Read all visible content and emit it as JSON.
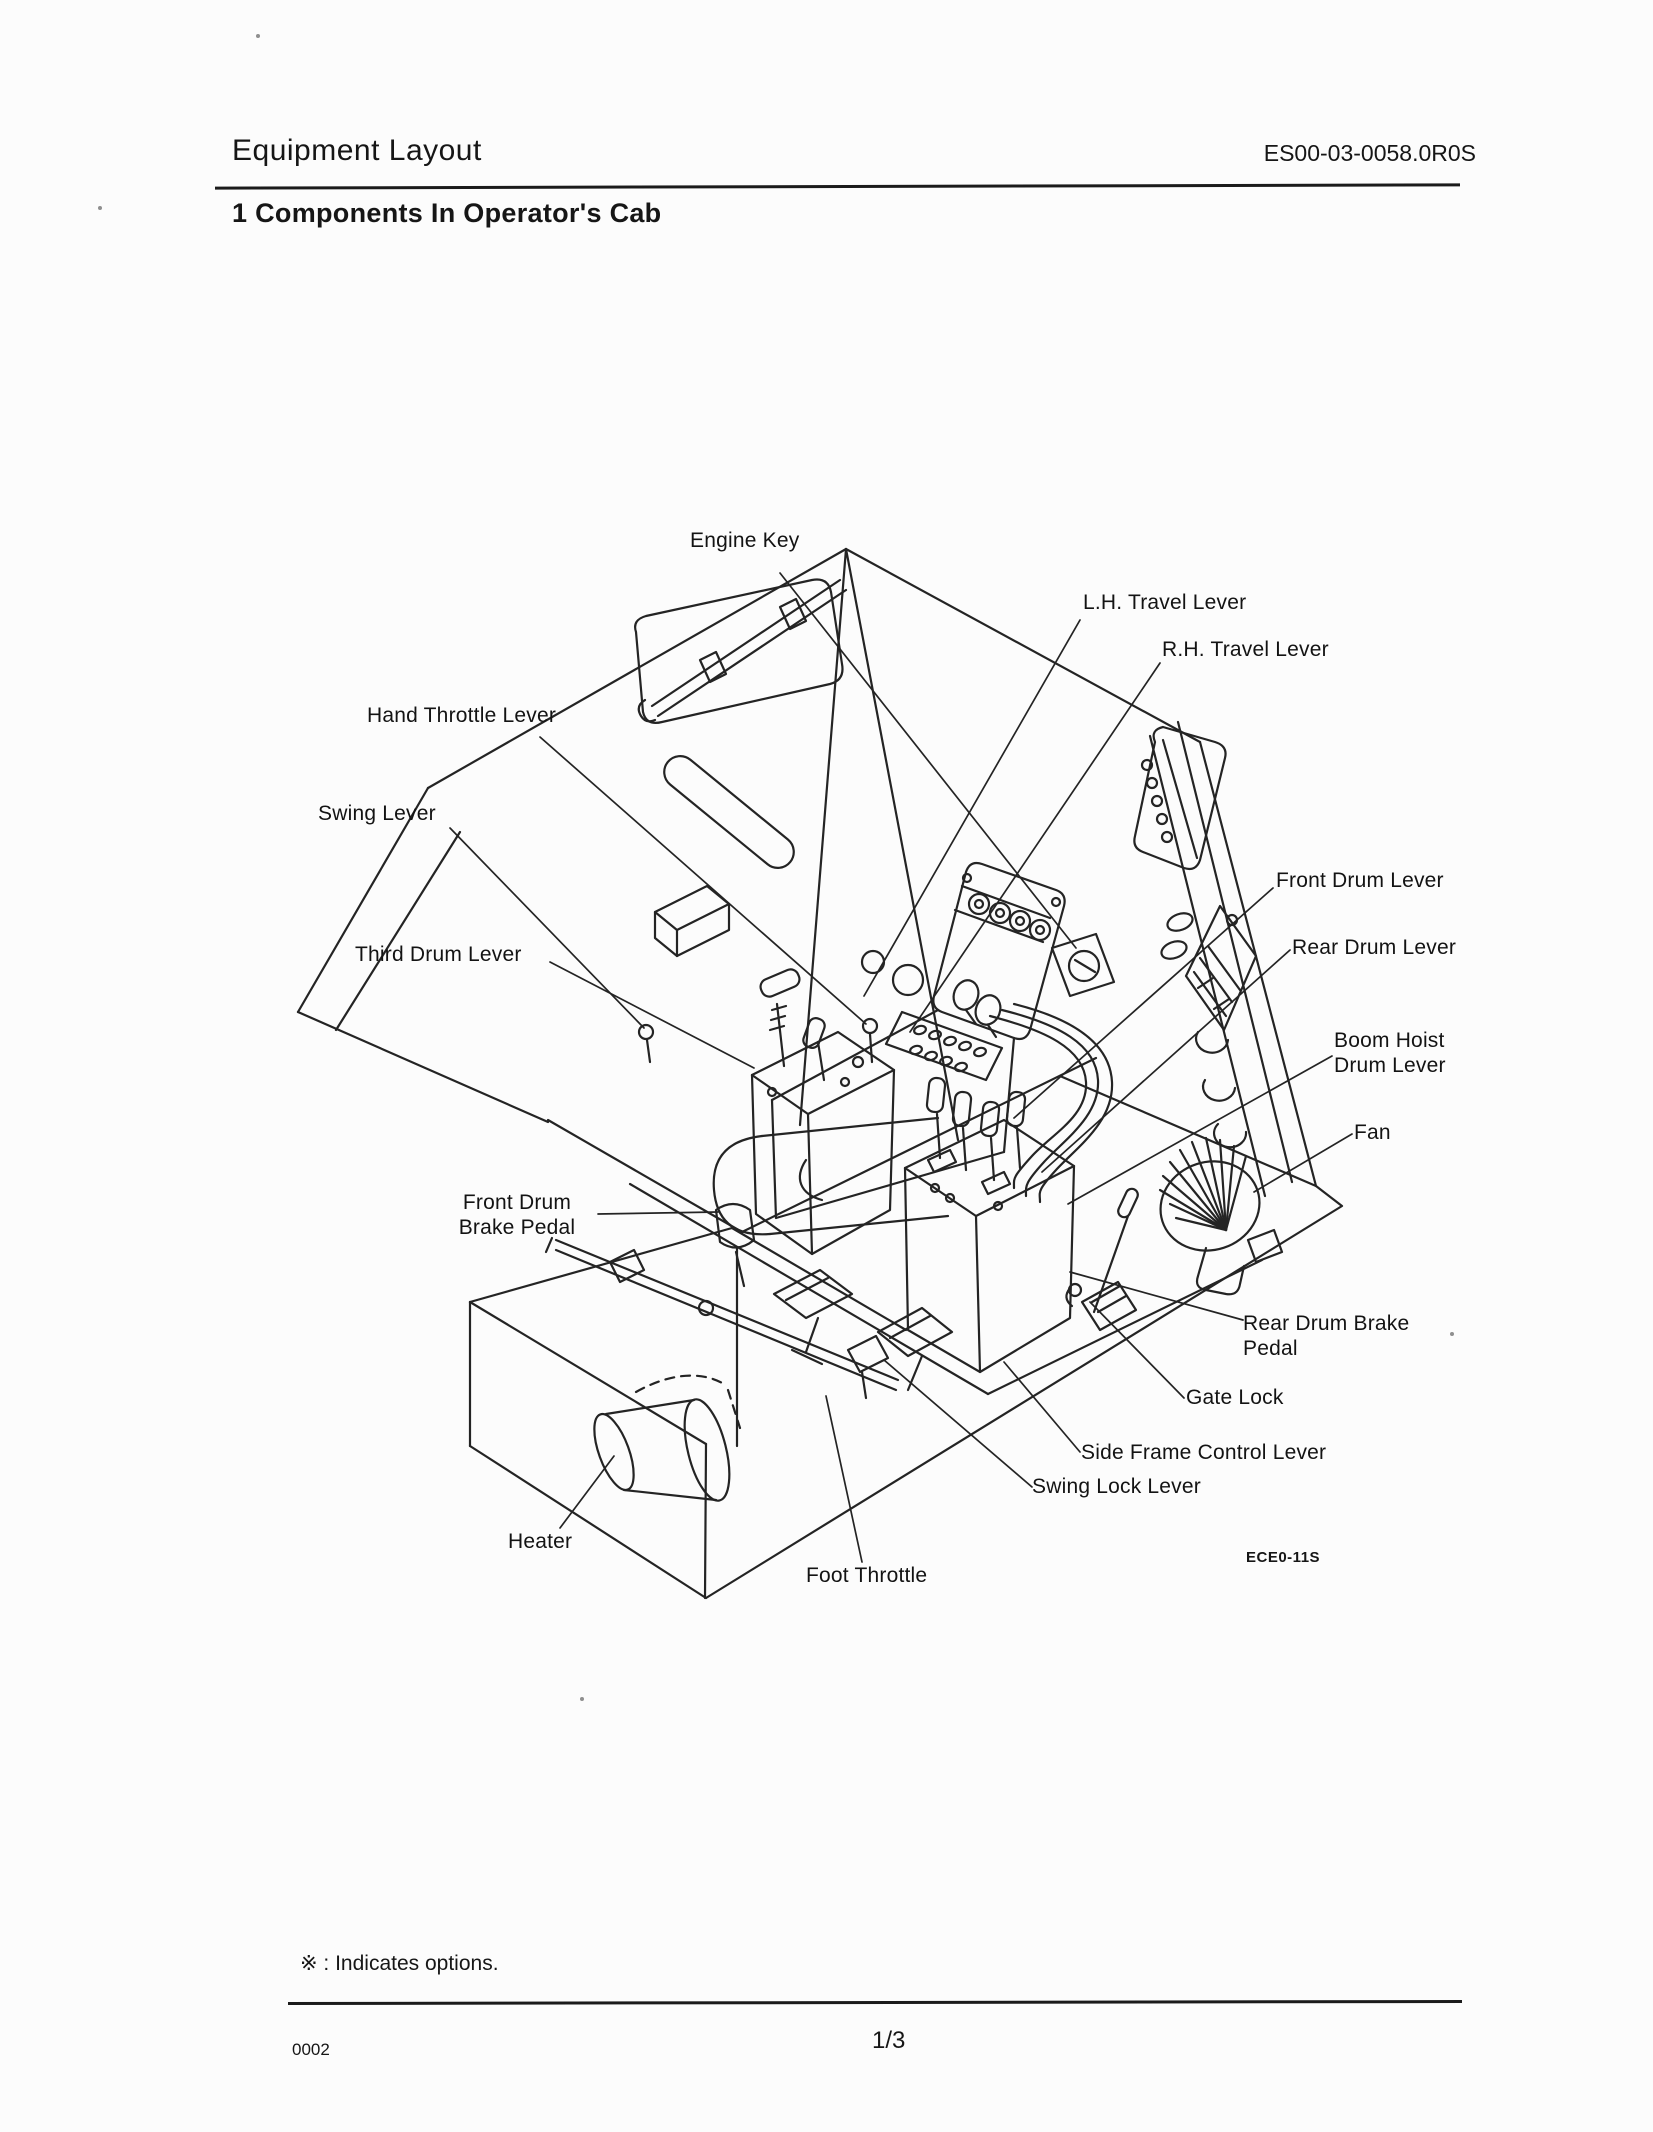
{
  "ink_color": "#1a1a1a",
  "header": {
    "title": "Equipment Layout",
    "doc_number": "ES00-03-0058.0R0S"
  },
  "section_heading": "1 Components In Operator's Cab",
  "figure": {
    "code": "ECE0-11S",
    "labels": {
      "engine_key": "Engine Key",
      "lh_travel_lever": "L.H. Travel Lever",
      "rh_travel_lever": "R.H. Travel Lever",
      "hand_throttle_lever": "Hand Throttle Lever",
      "swing_lever": "Swing Lever",
      "third_drum_lever": "Third Drum Lever",
      "front_drum_lever": "Front Drum Lever",
      "rear_drum_lever": "Rear Drum Lever",
      "boom_hoist_drum_lever": "Boom Hoist\nDrum Lever",
      "fan": "Fan",
      "front_drum_brake_pedal": "Front Drum\nBrake Pedal",
      "rear_drum_brake_pedal": "Rear Drum Brake\nPedal",
      "gate_lock": "Gate Lock",
      "side_frame_control_lever": "Side Frame Control Lever",
      "swing_lock_lever": "Swing Lock Lever",
      "heater": "Heater",
      "foot_throttle": "Foot Throttle"
    }
  },
  "footer": {
    "options_note": "※ : Indicates options.",
    "page_code": "0002",
    "page_indicator": "1/3"
  }
}
